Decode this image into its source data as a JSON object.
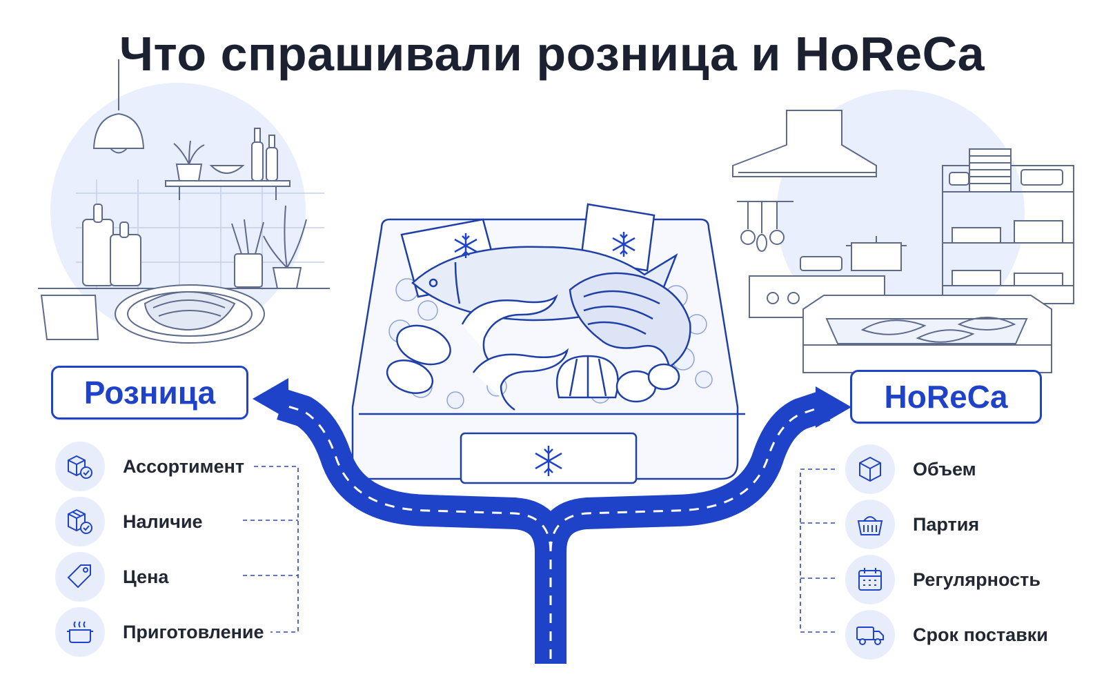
{
  "title": "Что спрашивали розница и HoReCa",
  "left": {
    "label": "Розница",
    "items": [
      {
        "label": "Ассортимент",
        "icon": "boxes-check-icon"
      },
      {
        "label": "Наличие",
        "icon": "box-check-icon"
      },
      {
        "label": "Цена",
        "icon": "price-tag-icon"
      },
      {
        "label": "Приготовление",
        "icon": "cooking-pot-icon"
      }
    ]
  },
  "right": {
    "label": "HoReCa",
    "items": [
      {
        "label": "Объем",
        "icon": "cube-icon"
      },
      {
        "label": "Партия",
        "icon": "basket-icon"
      },
      {
        "label": "Регулярность",
        "icon": "calendar-icon"
      },
      {
        "label": "Срок поставки",
        "icon": "delivery-truck-icon"
      }
    ]
  },
  "colors": {
    "accent": "#1f43c8",
    "icon_bg": "#e7edfb",
    "scene_bg": "#e9effc",
    "text": "#1c2233"
  }
}
